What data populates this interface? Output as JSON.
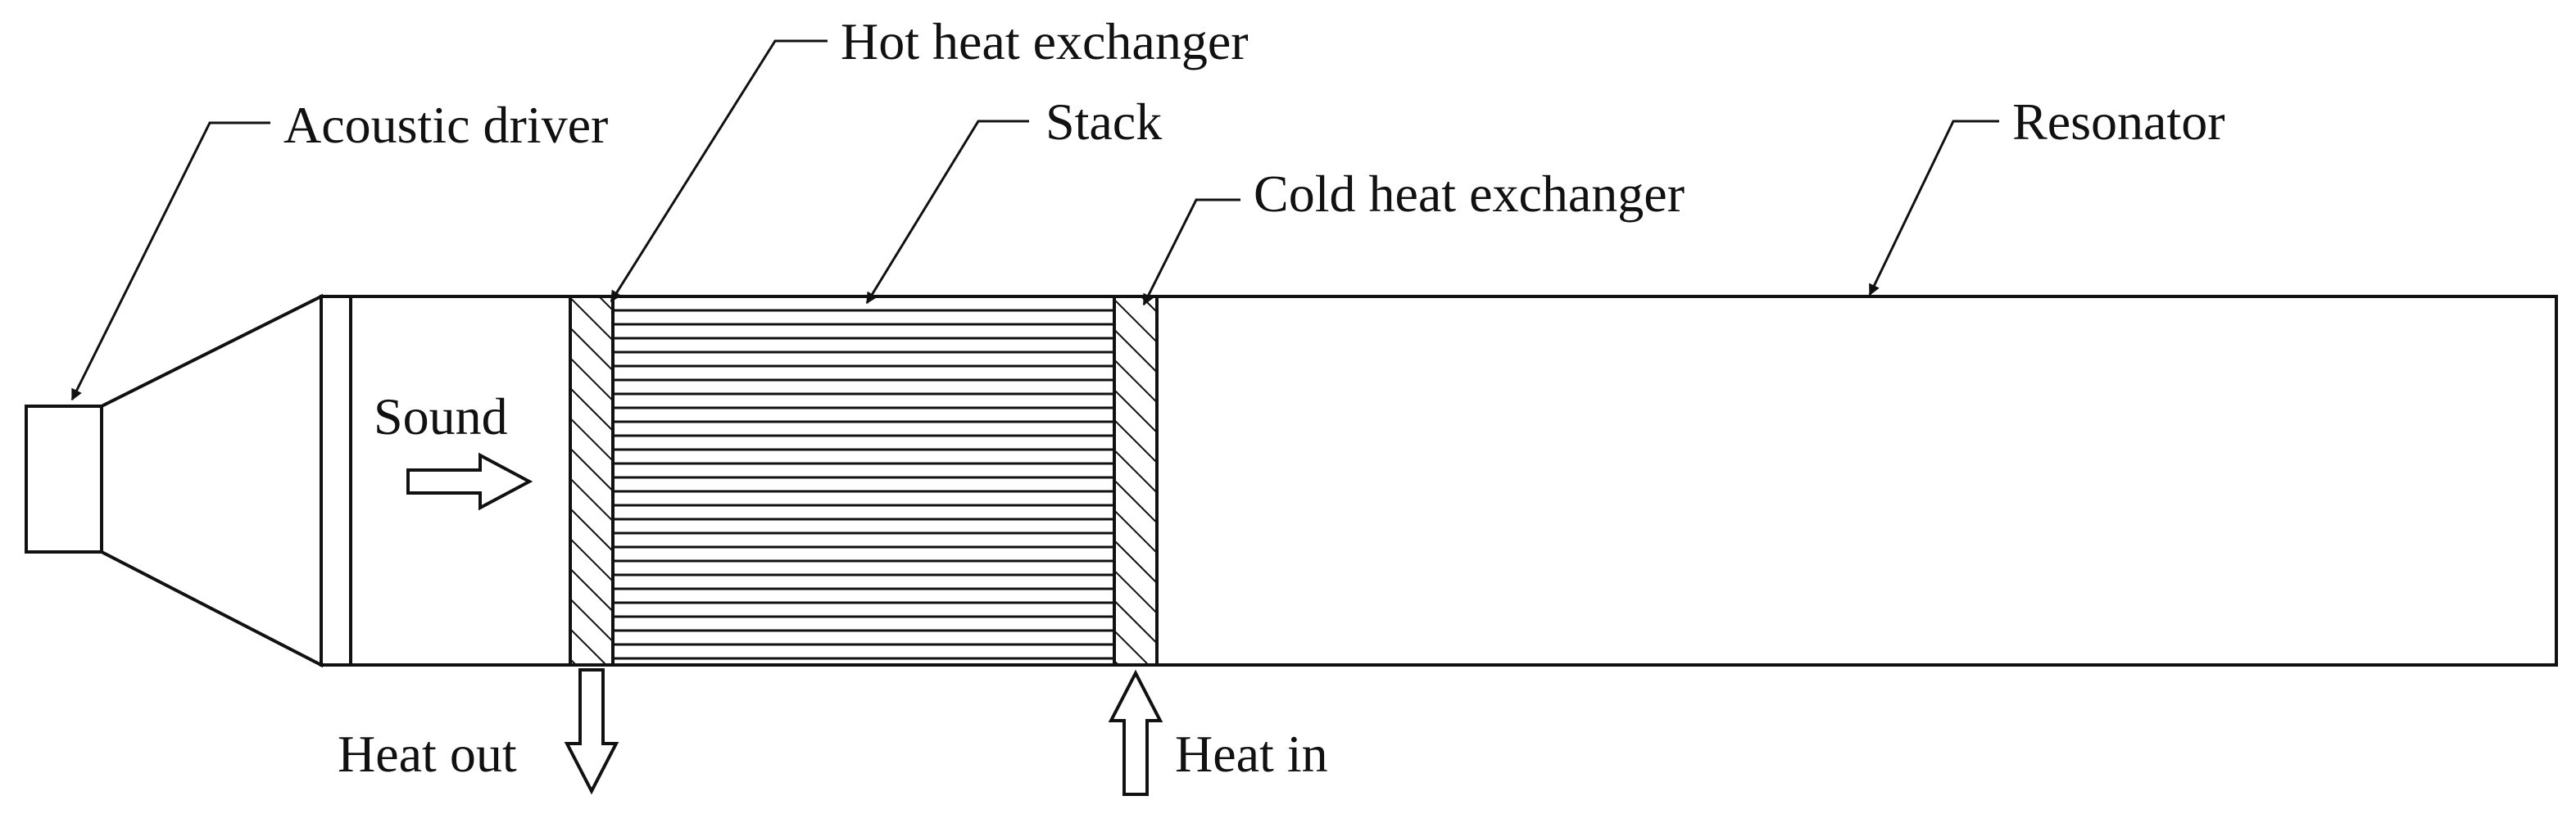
{
  "labels": {
    "acoustic_driver": "Acoustic driver",
    "hot_heat_exchanger": "Hot heat exchanger",
    "stack": "Stack",
    "cold_heat_exchanger": "Cold heat exchanger",
    "resonator": "Resonator",
    "sound": "Sound",
    "heat_out": "Heat out",
    "heat_in": "Heat in"
  },
  "colors": {
    "line": "#111111",
    "background": "#ffffff"
  }
}
